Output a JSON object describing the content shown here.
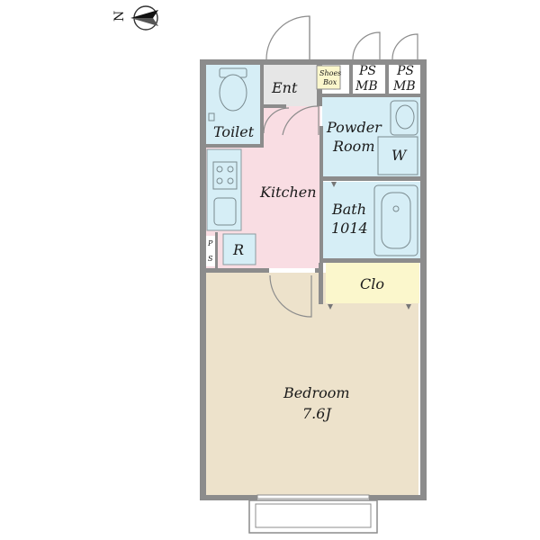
{
  "compass": {
    "label": "N"
  },
  "rooms": {
    "toilet": {
      "label": "Toilet"
    },
    "entrance": {
      "label": "Ent"
    },
    "shoes_box": {
      "line1": "Shoes",
      "line2": "Box"
    },
    "ps_mb_1": {
      "line1": "PS",
      "line2": "MB"
    },
    "ps_mb_2": {
      "line1": "PS",
      "line2": "MB"
    },
    "powder_room": {
      "line1": "Powder",
      "line2": "Room"
    },
    "washer": {
      "label": "W"
    },
    "kitchen": {
      "label": "Kitchen"
    },
    "bath": {
      "line1": "Bath",
      "line2": "1014"
    },
    "ps": {
      "line1": "P",
      "line2": "S"
    },
    "refrigerator": {
      "label": "R"
    },
    "closet": {
      "label": "Clo"
    },
    "bedroom": {
      "line1": "Bedroom",
      "line2": "7.6J"
    }
  },
  "colors": {
    "bedroom": "#ede2cb",
    "kitchen": "#f9dde3",
    "wet_area": "#d6eef6",
    "closet": "#fbf7cc",
    "entrance": "#e6e6e6",
    "shoes_box": "#fbf7cc",
    "wall": "#8c8c8c"
  }
}
